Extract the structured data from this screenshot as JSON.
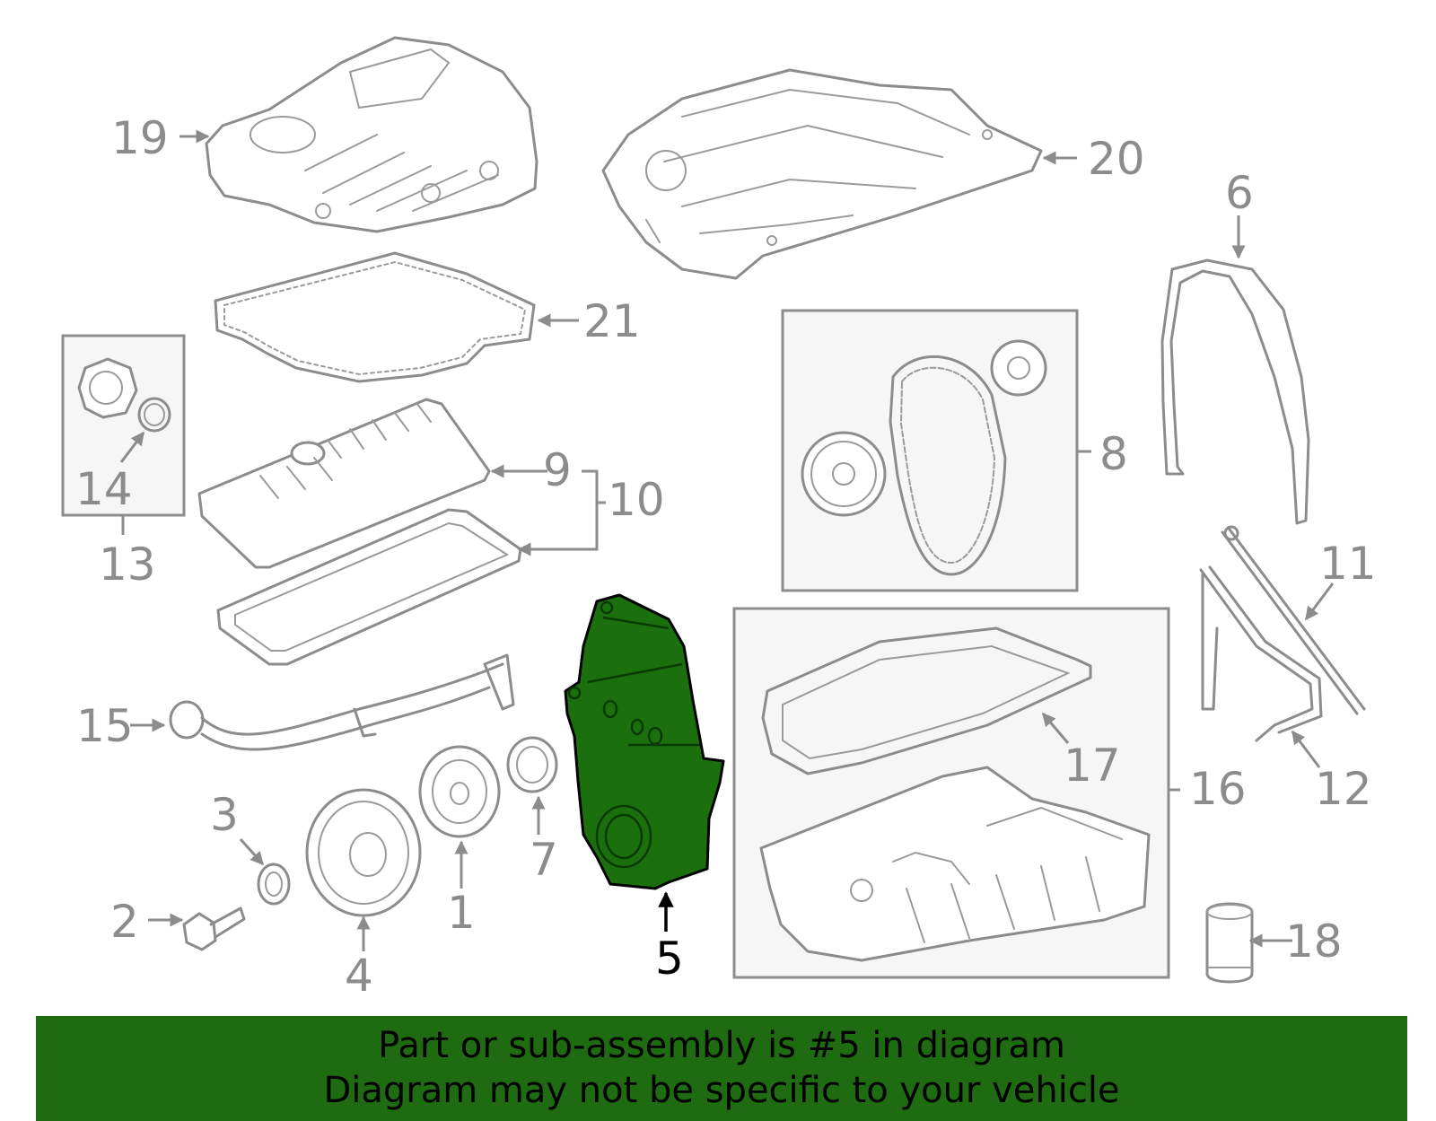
{
  "callouts": [
    "1",
    "2",
    "3",
    "4",
    "5",
    "6",
    "7",
    "8",
    "9",
    "10",
    "11",
    "12",
    "13",
    "14",
    "15",
    "16",
    "17",
    "18",
    "19",
    "20",
    "21"
  ],
  "highlighted_part": "5",
  "colors": {
    "highlight": "#1b6f0c",
    "banner": "#1e6b12",
    "line": "#8c8c8c",
    "box_fill": "#f6f6f6"
  },
  "banner": {
    "line1": "Part or sub-assembly is #5 in diagram",
    "line2": "Diagram may not be specific to your vehicle"
  }
}
